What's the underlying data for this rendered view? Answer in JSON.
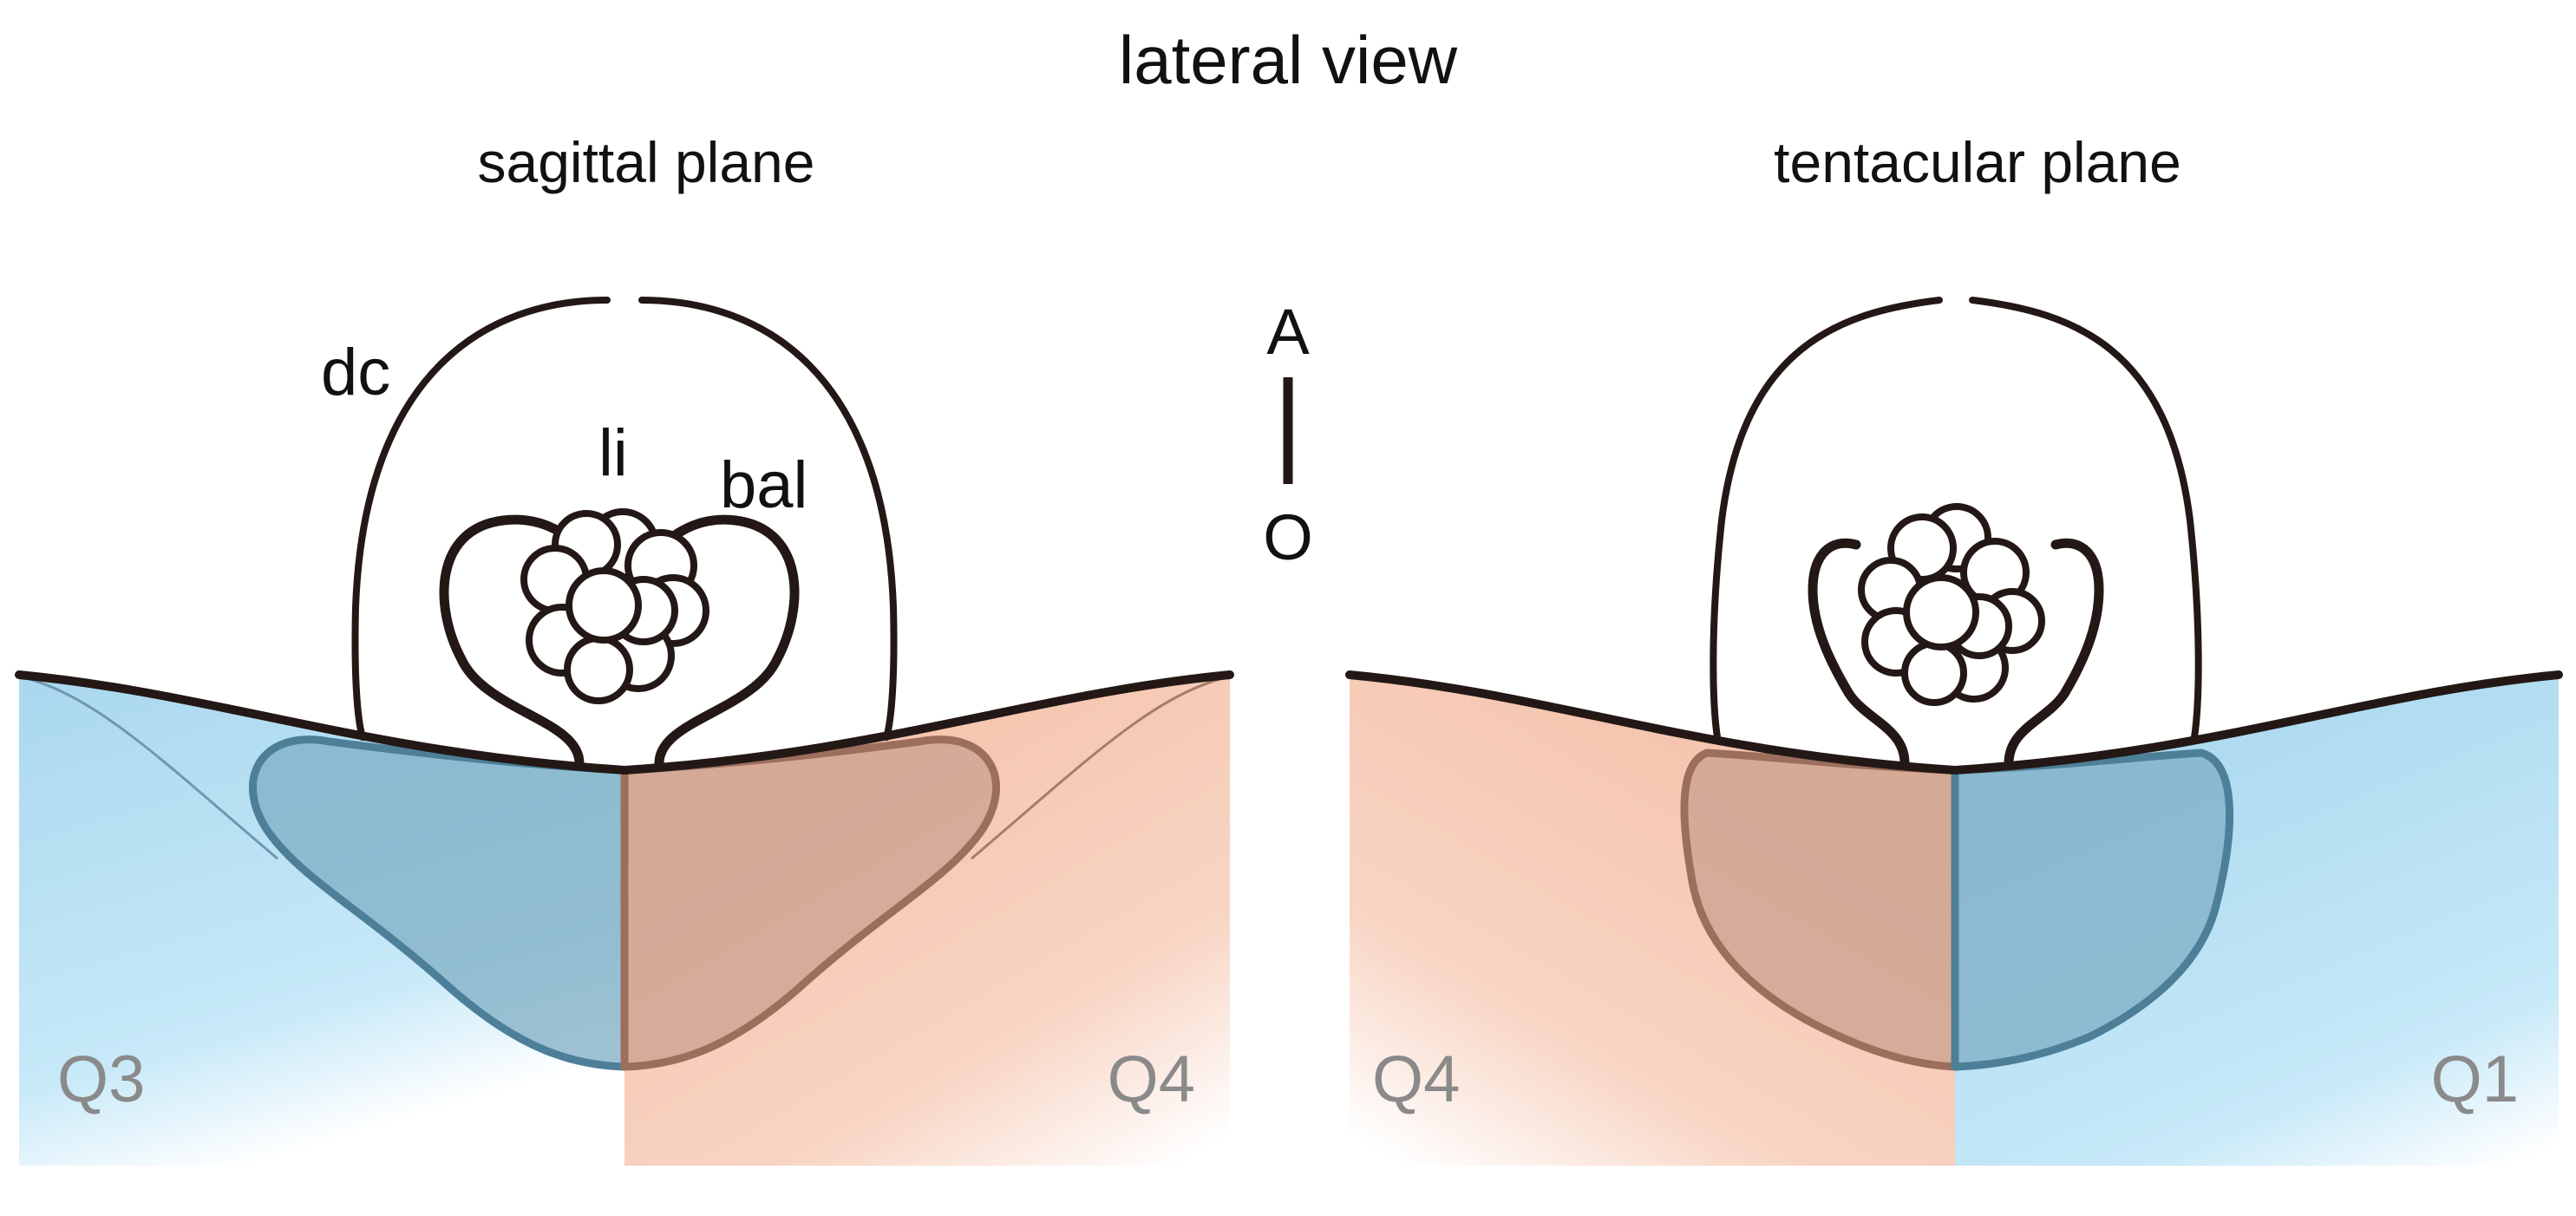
{
  "title": "lateral view",
  "panels": {
    "left": {
      "subtitle": "sagittal plane",
      "labels": {
        "dc": "dc",
        "li": "li",
        "bal": "bal"
      },
      "quadrant_left": "Q3",
      "quadrant_right": "Q4"
    },
    "right": {
      "subtitle": "tentacular plane",
      "quadrant_left": "Q4",
      "quadrant_right": "Q1"
    }
  },
  "axis": {
    "top": "A",
    "bottom": "O"
  },
  "colors": {
    "blue": "#bfe6f7",
    "blue_deep": "#a9d7ee",
    "salmon": "#f6cbb6",
    "blue_overlay": "#7fadc4",
    "salmon_overlay": "#c9a08f",
    "blue_stroke": "#4d7f99",
    "salmon_stroke": "#9c6f5d",
    "outline": "#231815",
    "quadrant_text": "#8a8a8a"
  }
}
